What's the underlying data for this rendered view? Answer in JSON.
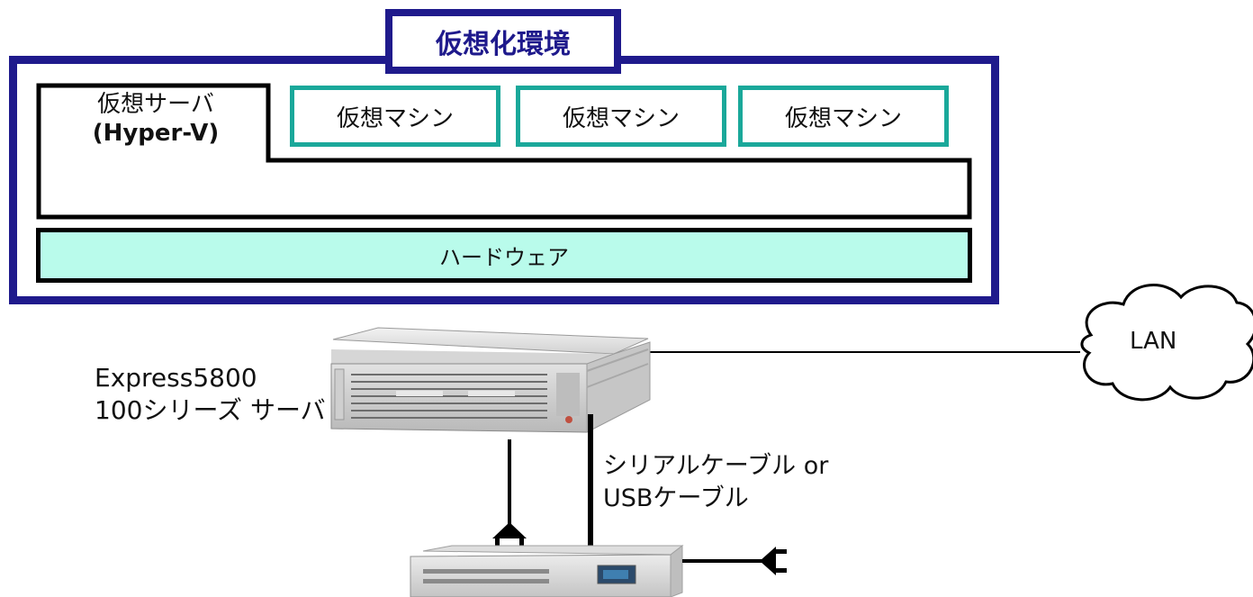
{
  "environment": {
    "title": "仮想化環境"
  },
  "hypervisor": {
    "line1": "仮想サーバ",
    "line2": "(Hyper-V)"
  },
  "vms": [
    "仮想マシン",
    "仮想マシン",
    "仮想マシン"
  ],
  "hardware": {
    "label": "ハードウェア"
  },
  "server": {
    "line1": "Express5800",
    "line2": "100シリーズ サーバ"
  },
  "cable": {
    "line1": "シリアルケーブル or",
    "line2": "USBケーブル"
  },
  "network": {
    "label": "LAN"
  },
  "colors": {
    "frame": "#1f1a8c",
    "vm_border": "#1aa89a",
    "hardware_fill": "#b9fbeb"
  }
}
